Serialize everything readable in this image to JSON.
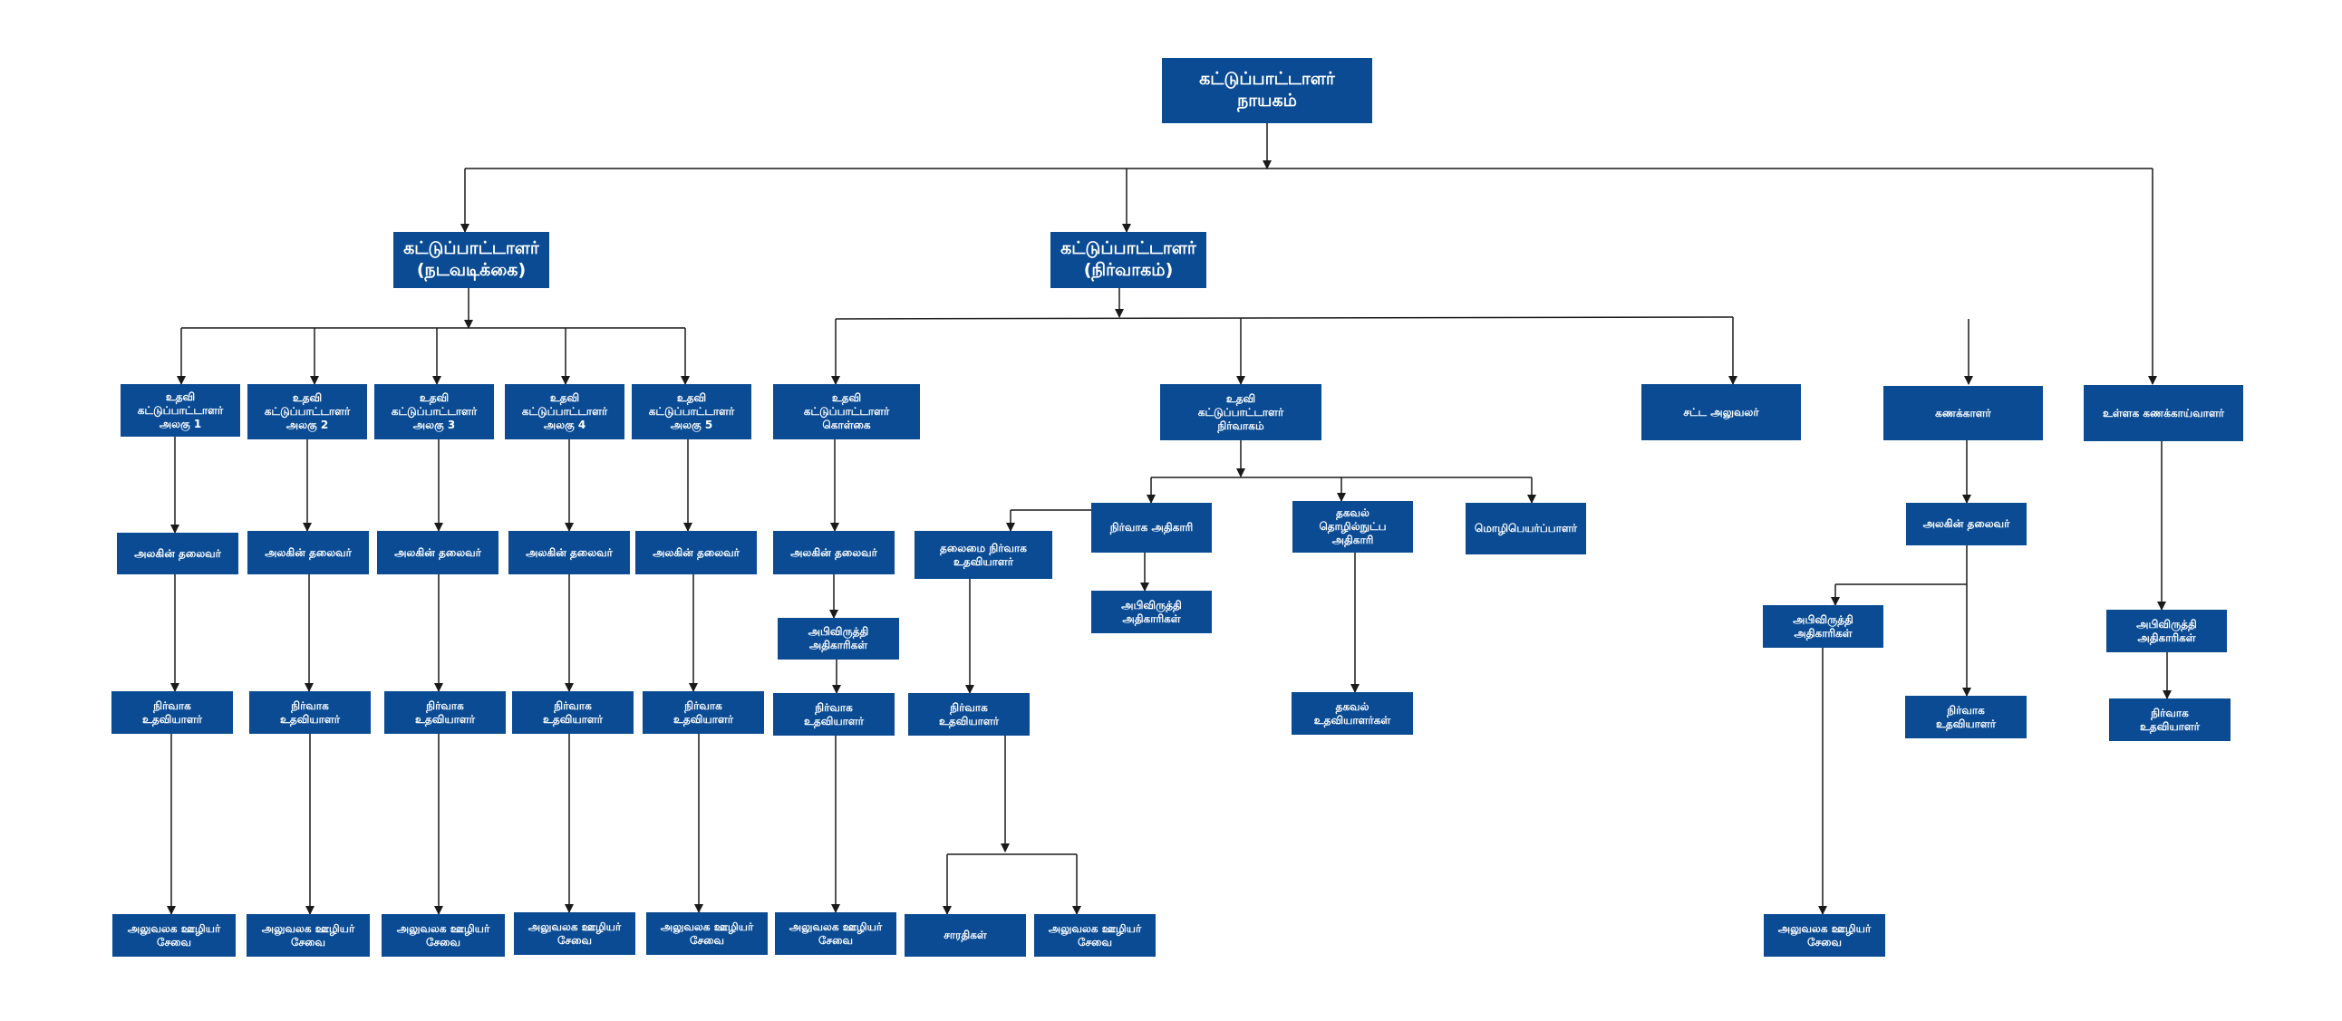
{
  "colors": {
    "box": "#0a4b94",
    "line": "#1a1a1a",
    "background": "#ffffff"
  },
  "nodes": {
    "ceo": "கட்டுப்பாட்டாளர்\nநாயகம்",
    "ctrl_ops": "கட்டுப்பாட்டாளர்\n(நடவடிக்கை)",
    "ctrl_admin": "கட்டுப்பாட்டாளர்\n(நிர்வாகம்)",
    "u1": "உதவி\nகட்டுப்பாட்டாளர்\nஅலகு 1",
    "u2": "உதவி\nகட்டுப்பாட்டாளர்\nஅலகு 2",
    "u3": "உதவி\nகட்டுப்பாட்டாளர்\nஅலகு 3",
    "u4": "உதவி\nகட்டுப்பாட்டாளர்\nஅலகு 4",
    "u5": "உதவி\nகட்டுப்பாட்டாளர்\nஅலகு 5",
    "policy": "உதவி\nகட்டுப்பாட்டாளர்\nகொள்கை",
    "admin_ac": "உதவி\nகட்டுப்பாட்டாளர்\nநிர்வாகம்",
    "legal": "சட்ட அலுவலர்",
    "accountant": "கணக்காளர்",
    "internal_audit": "உள்ளக கணக்காய்வாளர்",
    "h1": "அலகின் தலைவர்",
    "h2": "அலகின் தலைவர்",
    "h3": "அலகின் தலைவர்",
    "h4": "அலகின் தலைவர்",
    "h5": "அலகின் தலைவர்",
    "h_policy": "அலகின் தலைவர்",
    "h_acc": "அலகின் தலைவர்",
    "dev_policy": "அபிவிருத்தி\nஅதிகாரிகள்",
    "chief_ma": "தலைமை நிர்வாக\nஉதவியாளர்",
    "admin_officer": "நிர்வாக அதிகாரி",
    "dev_admin": "அபிவிருத்தி\nஅதிகாரிகள்",
    "it_officer": "தகவல்\nதொழில்நுட்ப\nஅதிகாரி",
    "translator": "மொழிபெயர்ப்பாளர்",
    "dev_acc": "அபிவிருத்தி\nஅதிகாரிகள்",
    "dev_ia": "அபிவிருத்தி\nஅதிகாரிகள்",
    "ma1": "நிர்வாக\nஉதவியாளர்",
    "ma2": "நிர்வாக\nஉதவியாளர்",
    "ma3": "நிர்வாக\nஉதவியாளர்",
    "ma4": "நிர்வாக\nஉதவியாளர்",
    "ma5": "நிர்வாக\nஉதவியாளர்",
    "ma_policy": "நிர்வாக\nஉதவியாளர்",
    "ma_admin": "நிர்வாக\nஉதவியாளர்",
    "it_assist": "தகவல்\nஉதவியாளர்கள்",
    "ma_acc": "நிர்வாக\nஉதவியாளர்",
    "ma_ia": "நிர்வாக\nஉதவியாளர்",
    "ow1": "அலுவலக ஊழியர்\nசேவை",
    "ow2": "அலுவலக ஊழியர்\nசேவை",
    "ow3": "அலுவலக ஊழியர்\nசேவை",
    "ow4": "அலுவலக ஊழியர்\nசேவை",
    "ow5": "அலுவலக ஊழியர்\nசேவை",
    "ow_policy": "அலுவலக ஊழியர்\nசேவை",
    "drivers": "சாரதிகள்",
    "ow_admin": "அலுவலக ஊழியர்\nசேவை",
    "ow_acc": "அலுவலக ஊழியர்\nசேவை"
  }
}
